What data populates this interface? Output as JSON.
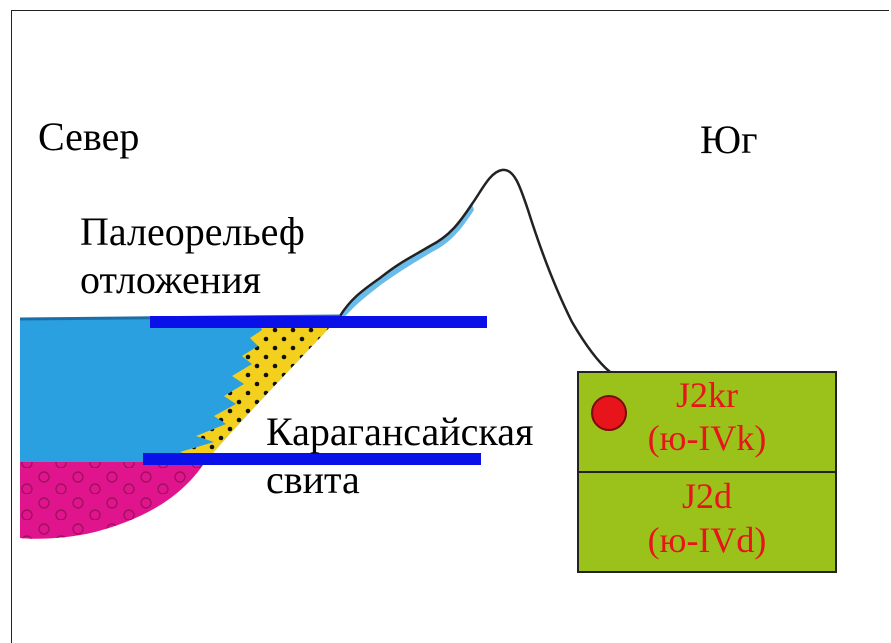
{
  "labels": {
    "north": "Север",
    "south": "Юг",
    "paleorelief_line1": "Палеорельеф",
    "paleorelief_line2": "отложения",
    "formation_line1": "Карагансайская",
    "formation_line2": "свита"
  },
  "strata": [
    {
      "code": "J2kr",
      "index": "(ю-IVk)"
    },
    {
      "code": "J2d",
      "index": "(ю-IVd)"
    }
  ],
  "colors": {
    "sea_fill": "#2aa0e0",
    "sandstone_fill": "#f4d01e",
    "basement_fill": "#e0158e",
    "marker_line": "#0a10e8",
    "stratum_box_fill": "#9bc21a",
    "stratum_text": "#e8141c",
    "well_marker": "#e8141c",
    "relief_line": "#222222"
  }
}
